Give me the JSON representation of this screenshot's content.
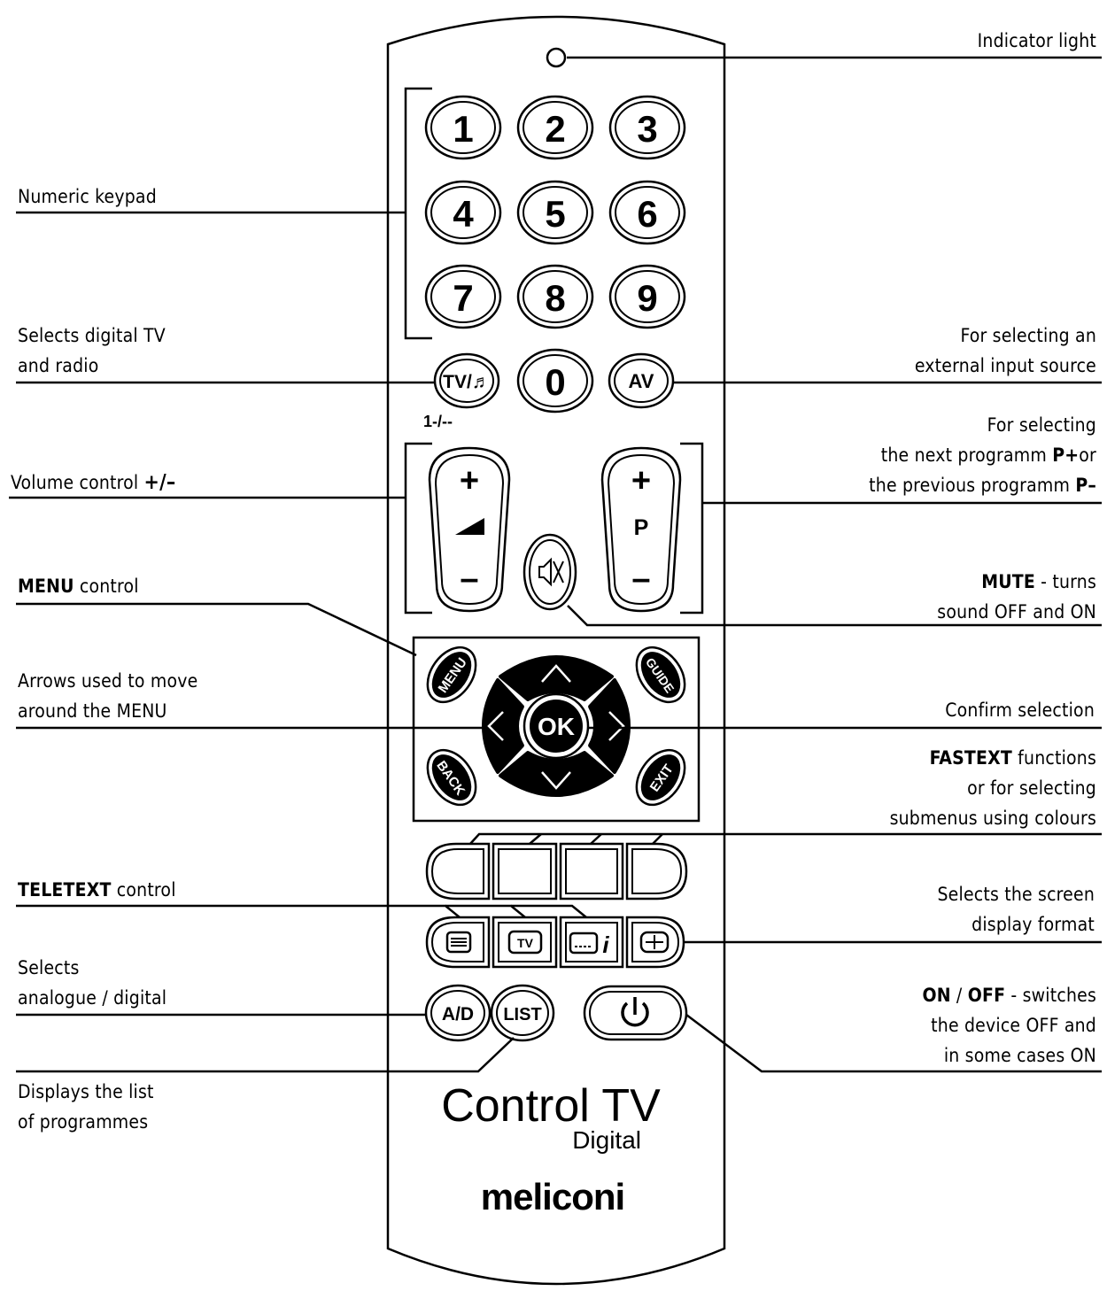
{
  "remote": {
    "keys": {
      "digits": [
        "1",
        "2",
        "3",
        "4",
        "5",
        "6",
        "7",
        "8",
        "9",
        "0"
      ],
      "tv_radio": "TV/♬",
      "av": "AV",
      "dash": "1-/--",
      "vol_plus": "+",
      "vol_minus": "–",
      "prog_plus": "+",
      "prog_p": "P",
      "prog_minus": "–",
      "menu": "MENU",
      "guide": "GUIDE",
      "back": "BACK",
      "exit": "EXIT",
      "ok": "OK",
      "ad": "A/D",
      "list": "LIST",
      "tv_small": "TV",
      "info_i": "i"
    },
    "brand_line1": "Control TV",
    "brand_line2": "Digital",
    "logo": "meliconi"
  },
  "labels": {
    "indicator": "Indicator light",
    "numeric": "Numeric keypad",
    "digital_tv_1": "Selects digital TV",
    "digital_tv_2": "and radio",
    "ext_input_1": "For selecting an",
    "ext_input_2": "external input source",
    "prog_1": "For selecting",
    "prog_2a": "the next programm ",
    "prog_2b": "P+",
    "prog_2c": "or",
    "prog_3a": "the previous programm ",
    "prog_3b": "P–",
    "volume_a": "Volume control ",
    "volume_b": "+/–",
    "menu_a": "MENU",
    "menu_b": " control",
    "mute_1a": "MUTE",
    "mute_1b": " - turns",
    "mute_2": "sound OFF and ON",
    "arrows_1": "Arrows used to move",
    "arrows_2": "around  the MENU",
    "confirm": "Confirm selection",
    "fastext_1a": "FASTEXT",
    "fastext_1b": " functions",
    "fastext_2": "or  for selecting",
    "fastext_3": "submenus using colours",
    "teletext_a": "TELETEXT",
    "teletext_b": " control",
    "screen_1": "Selects the screen",
    "screen_2": "display format",
    "ad_1": "Selects",
    "ad_2": "analogue / digital",
    "onoff_1a": "ON",
    "onoff_1b": " / ",
    "onoff_1c": "OFF",
    "onoff_1d": "  - switches",
    "onoff_2": "the device OFF and",
    "onoff_3": "in some cases ON",
    "list_1": "Displays the list",
    "list_2": "of programmes"
  }
}
